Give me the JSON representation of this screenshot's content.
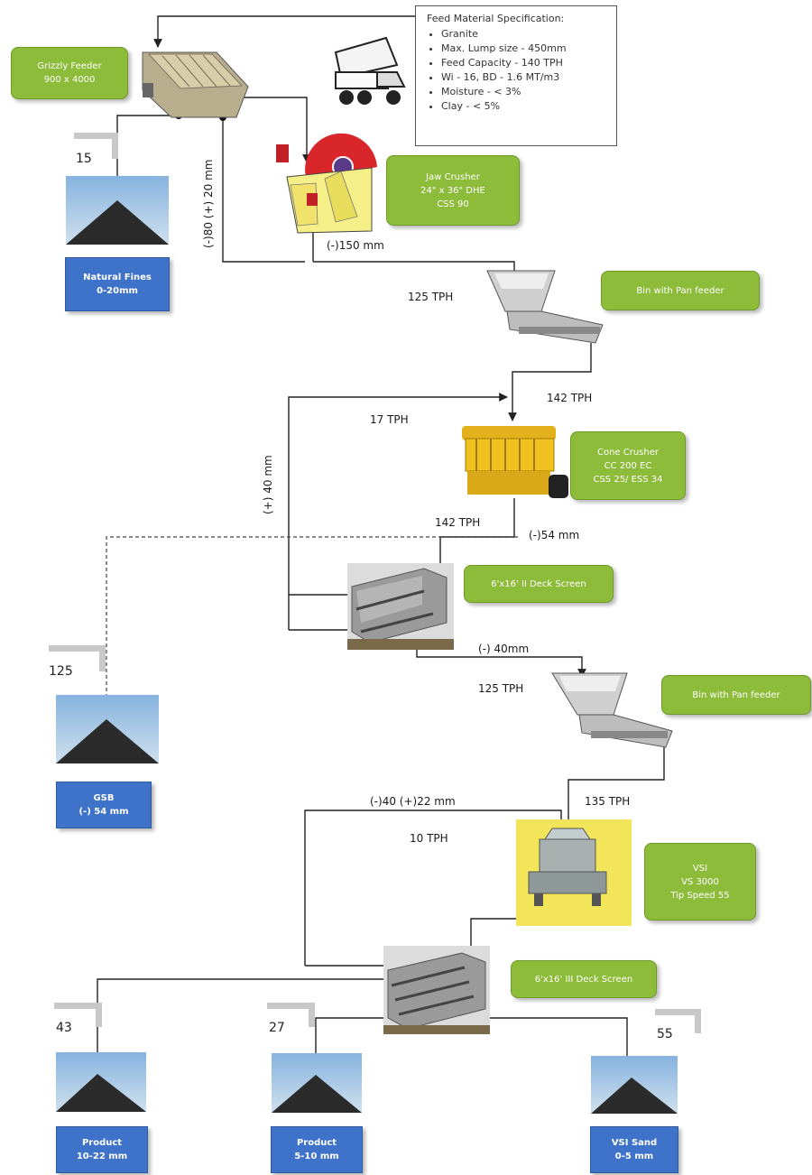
{
  "spec": {
    "title": "Feed Material Specification:",
    "items": [
      "Granite",
      "Max. Lump size - 450mm",
      "Feed Capacity - 140 TPH",
      "Wi - 16, BD - 1.6 MT/m3",
      "Moisture - < 3%",
      "Clay - < 5%"
    ]
  },
  "equipment": {
    "grizzly": [
      "Grizzly Feeder",
      "900 x 4000"
    ],
    "jaw": [
      "Jaw Crusher",
      "24\" x 36\" DHE",
      "CSS 90"
    ],
    "bin1": [
      "Bin with Pan feeder"
    ],
    "cone": [
      "Cone Crusher",
      "CC 200 EC",
      "CSS 25/ ESS 34"
    ],
    "screen1": [
      "6'x16' II Deck Screen"
    ],
    "bin2": [
      "Bin with Pan feeder"
    ],
    "vsi": [
      "VSI",
      "VS 3000",
      "Tip Speed 55"
    ],
    "screen2": [
      "6'x16' III Deck Screen"
    ]
  },
  "products": {
    "natural_fines": {
      "value": "15",
      "label": [
        "Natural Fines",
        "0-20mm"
      ]
    },
    "gsb": {
      "value": "125",
      "label": [
        "GSB",
        "(-) 54 mm"
      ]
    },
    "p10_22": {
      "value": "43",
      "label": [
        "Product",
        "10-22 mm"
      ]
    },
    "p5_10": {
      "value": "27",
      "label": [
        "Product",
        "5-10 mm"
      ]
    },
    "vsi_sand": {
      "value": "55",
      "label": [
        "VSI Sand",
        "0-5 mm"
      ]
    }
  },
  "flows": {
    "grizzly_split": "(-)80 (+) 20 mm",
    "jaw_out": "(-)150 mm",
    "bin1_in": "125 TPH",
    "cone_in": "142 TPH",
    "recirc1": "17 TPH",
    "oversize40": "(+) 40 mm",
    "cone_out": "142 TPH",
    "cone_size": "(-)54 mm",
    "screen1_out": "(-) 40mm",
    "bin2_in": "125 TPH",
    "vsi_in": "135 TPH",
    "vsi_recirc_size": "(-)40 (+)22 mm",
    "vsi_recirc": "10 TPH"
  },
  "colors": {
    "label_green": "#8dbb3a",
    "product_blue": "#3f73c9",
    "vsi_highlight": "#f2e55a",
    "jaw_red": "#d8262b"
  }
}
